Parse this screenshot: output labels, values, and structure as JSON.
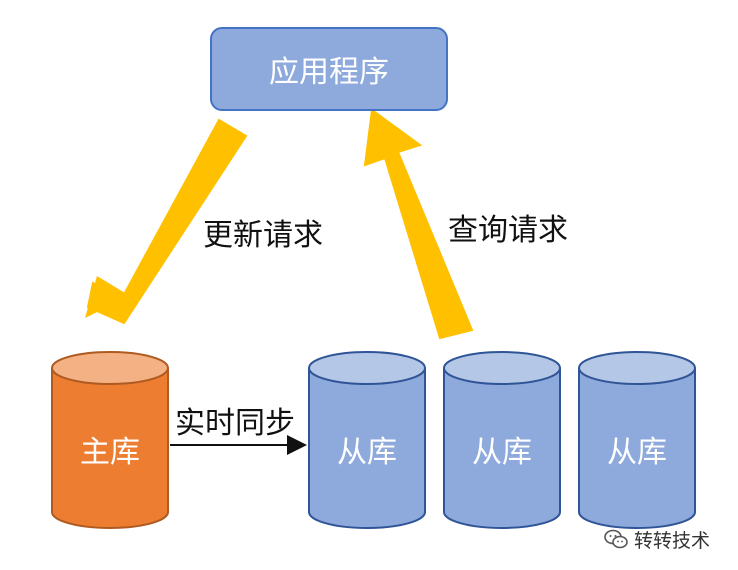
{
  "app": {
    "label": "应用程序"
  },
  "arrows": {
    "update_label": "更新请求",
    "query_label": "查询请求"
  },
  "sync": {
    "label": "实时同步"
  },
  "master": {
    "label": "主库",
    "fill": "#ed7d31",
    "top": "#f4b183",
    "stroke": "#ae5a21"
  },
  "slaves": [
    {
      "label": "从库"
    },
    {
      "label": "从库"
    },
    {
      "label": "从库"
    }
  ],
  "slave_colors": {
    "fill": "#8ea9db",
    "top": "#b4c7e7",
    "stroke": "#2f5597"
  },
  "arrow_color": "#ffc000",
  "watermark": {
    "text": "转转技术",
    "icon": "wechat-icon"
  }
}
